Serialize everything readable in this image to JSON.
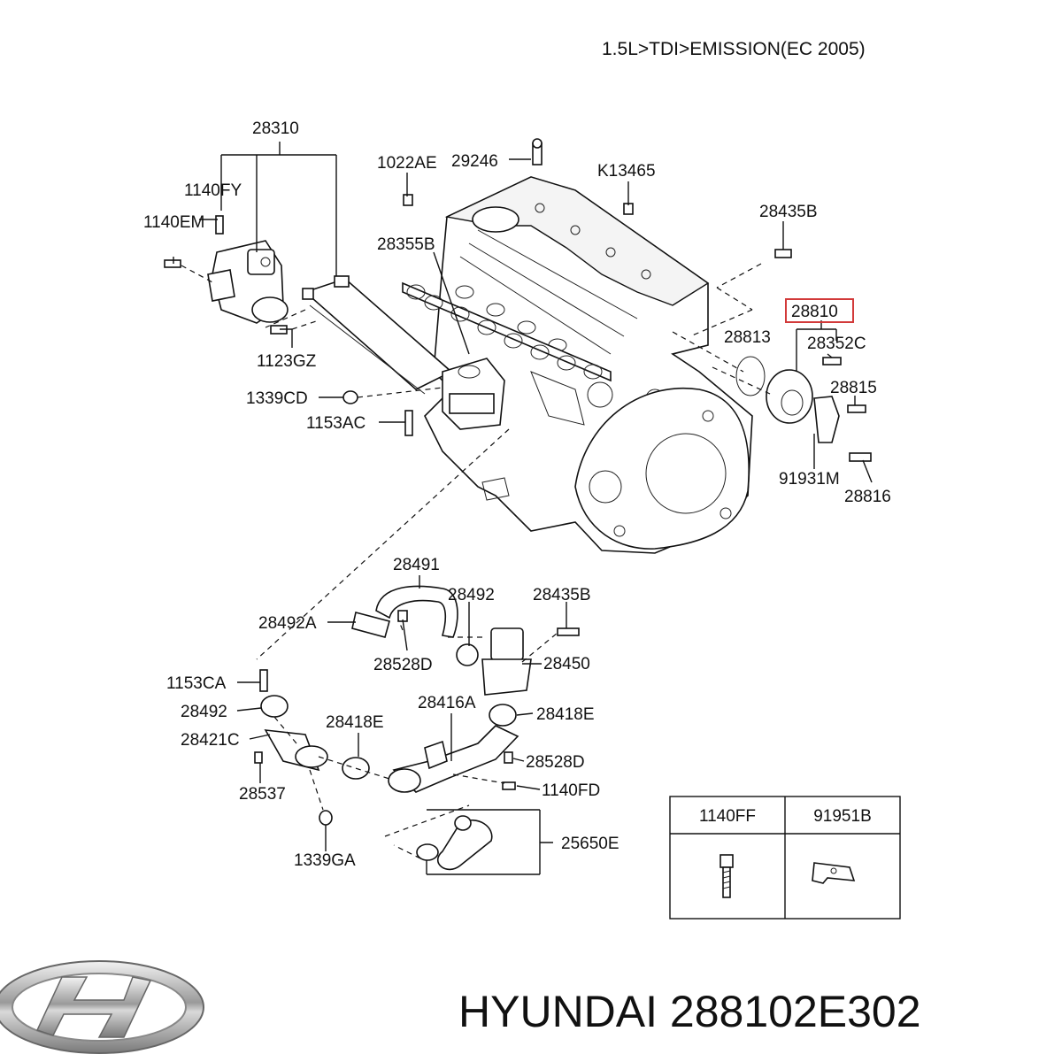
{
  "header": {
    "model_path": "1.5L>TDI>EMISSION(EC 2005)"
  },
  "highlight_color": "#d23a3a",
  "callouts": {
    "p28310": "28310",
    "p1140FY": "1140FY",
    "p1140EM": "1140EM",
    "p1123GZ": "1123GZ",
    "p1022AE": "1022AE",
    "p29246": "29246",
    "pK13465": "K13465",
    "p28355B": "28355B",
    "p28435B_top": "28435B",
    "p28810": "28810",
    "p28813": "28813",
    "p28352C": "28352C",
    "p28815": "28815",
    "p91931M": "91931M",
    "p28816": "28816",
    "p1339CD": "1339CD",
    "p1153AC": "1153AC",
    "p28491": "28491",
    "p28492_top": "28492",
    "p28435B_bot": "28435B",
    "p28492A": "28492A",
    "p28528D_top": "28528D",
    "p28450": "28450",
    "p1153CA": "1153CA",
    "p28492_left": "28492",
    "p28421C": "28421C",
    "p28418E_left": "28418E",
    "p28416A": "28416A",
    "p28418E_right": "28418E",
    "p28528D_bot": "28528D",
    "p1140FD": "1140FD",
    "p28537": "28537",
    "p1339GA": "1339GA",
    "p25650E": "25650E"
  },
  "legend_table": {
    "columns": [
      "1140FF",
      "91951B"
    ],
    "icons": [
      "bolt-icon",
      "bracket-icon"
    ]
  },
  "brand": {
    "logo_icon": "hyundai-logo-icon",
    "part_caption": "HYUNDAI 288102E302"
  }
}
